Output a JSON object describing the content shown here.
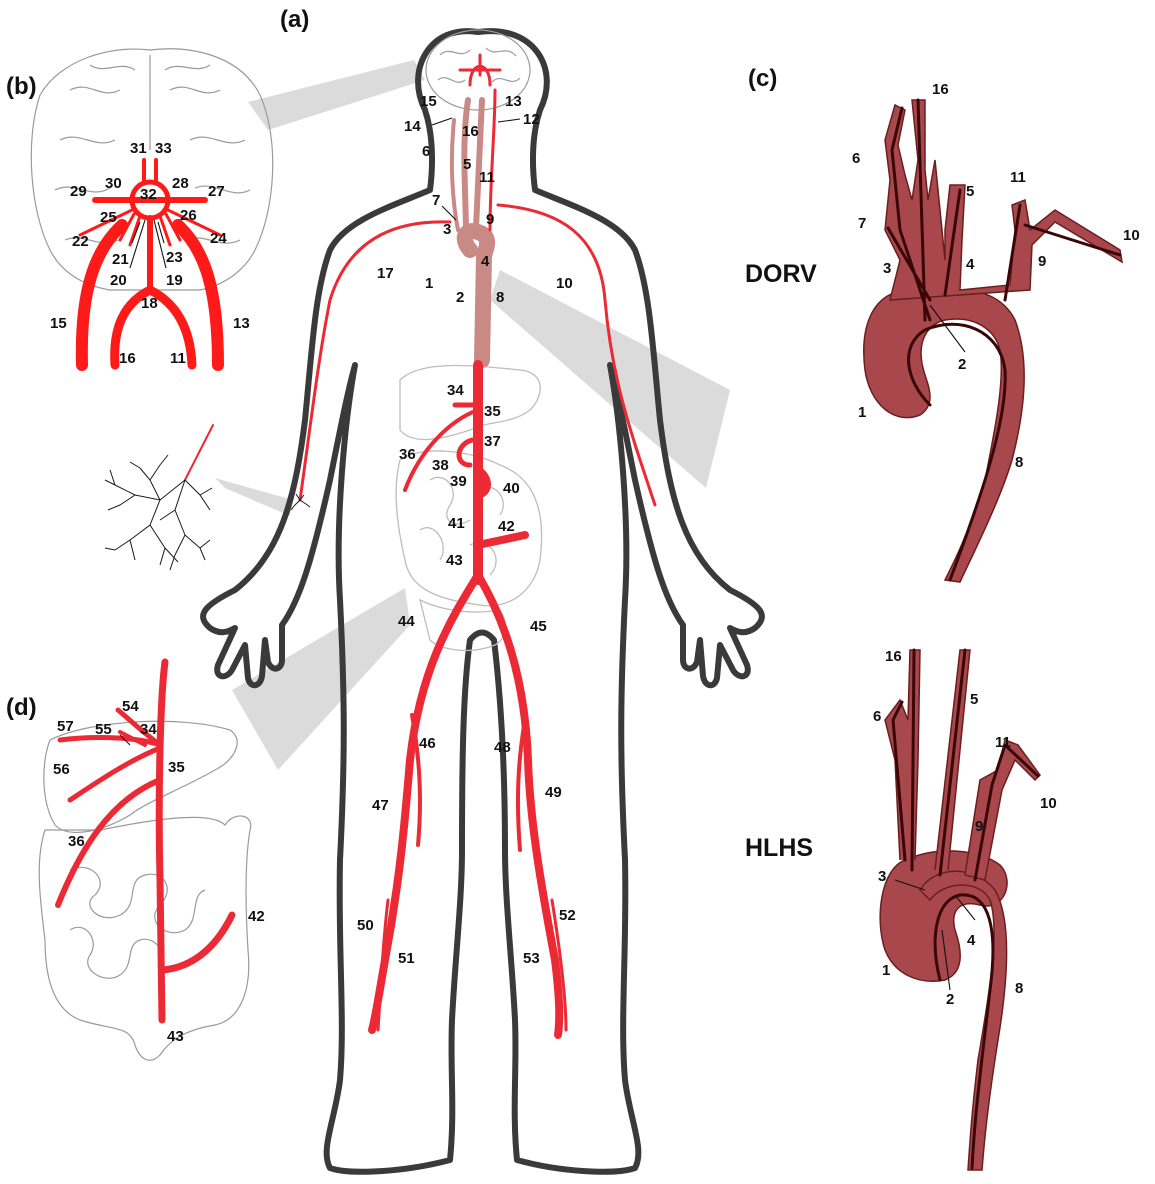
{
  "panels": {
    "a": "(a)",
    "b": "(b)",
    "c": "(c)",
    "d": "(d)"
  },
  "conditions": {
    "dorv": "DORV",
    "hlhs": "HLHS"
  },
  "labels_a": [
    "15",
    "14",
    "13",
    "12",
    "16",
    "6",
    "5",
    "11",
    "7",
    "9",
    "3",
    "4",
    "17",
    "1",
    "2",
    "8",
    "10",
    "34",
    "35",
    "37",
    "36",
    "38",
    "39",
    "40",
    "41",
    "42",
    "43",
    "44",
    "45",
    "46",
    "48",
    "47",
    "49",
    "50",
    "52",
    "51",
    "53"
  ],
  "labels_b": [
    "31",
    "33",
    "29",
    "30",
    "32",
    "28",
    "27",
    "25",
    "26",
    "22",
    "24",
    "21",
    "23",
    "20",
    "19",
    "18",
    "15",
    "13",
    "16",
    "11"
  ],
  "labels_c_dorv": [
    "16",
    "6",
    "5",
    "11",
    "7",
    "10",
    "3",
    "4",
    "9",
    "2",
    "1",
    "8"
  ],
  "labels_c_hlhs": [
    "16",
    "5",
    "6",
    "11",
    "10",
    "9",
    "3",
    "4",
    "1",
    "2",
    "8"
  ],
  "labels_d": [
    "54",
    "57",
    "55",
    "34",
    "56",
    "35",
    "36",
    "42",
    "43"
  ],
  "colors": {
    "artery": "#ec2a36",
    "brain_artery": "#ff1a1a",
    "aorta": "#c98a86",
    "model": "#a8484c",
    "centerline": "#3a0608",
    "outline": "#3a3a3a"
  }
}
